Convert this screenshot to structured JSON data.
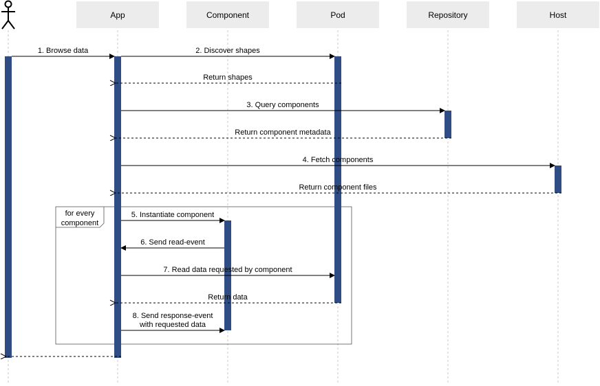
{
  "participants": [
    {
      "id": "user",
      "name": "",
      "kind": "actor"
    },
    {
      "id": "app",
      "name": "App",
      "kind": "box"
    },
    {
      "id": "component",
      "name": "Component",
      "kind": "box"
    },
    {
      "id": "pod",
      "name": "Pod",
      "kind": "box"
    },
    {
      "id": "repository",
      "name": "Repository",
      "kind": "box"
    },
    {
      "id": "host",
      "name": "Host",
      "kind": "box"
    }
  ],
  "messages": [
    {
      "id": "m1",
      "from": "user",
      "to": "app",
      "label": "1. Browse data",
      "style": "sync"
    },
    {
      "id": "m2",
      "from": "app",
      "to": "pod",
      "label": "2. Discover shapes",
      "style": "sync"
    },
    {
      "id": "m3",
      "from": "pod",
      "to": "app",
      "label": "Return shapes",
      "style": "return"
    },
    {
      "id": "m4",
      "from": "app",
      "to": "repository",
      "label": "3. Query components",
      "style": "sync"
    },
    {
      "id": "m5",
      "from": "repository",
      "to": "app",
      "label": "Return component metadata",
      "style": "return"
    },
    {
      "id": "m6",
      "from": "app",
      "to": "host",
      "label": "4. Fetch components",
      "style": "sync"
    },
    {
      "id": "m7",
      "from": "host",
      "to": "app",
      "label": "Return component files",
      "style": "return"
    },
    {
      "id": "m8",
      "from": "app",
      "to": "component",
      "label": "5. Instantiate component",
      "style": "sync"
    },
    {
      "id": "m9",
      "from": "component",
      "to": "app",
      "label": "6. Send read-event",
      "style": "sync"
    },
    {
      "id": "m10",
      "from": "app",
      "to": "pod",
      "label": "7. Read data requested by component",
      "style": "sync"
    },
    {
      "id": "m11",
      "from": "pod",
      "to": "app",
      "label": "Return data",
      "style": "return"
    },
    {
      "id": "m12",
      "from": "app",
      "to": "component",
      "label": "8. Send response-event\nwith requested data",
      "style": "sync"
    },
    {
      "id": "m13",
      "from": "app",
      "to": "user",
      "label": "",
      "style": "return"
    }
  ],
  "loop": {
    "label": "for every\ncomponent",
    "first_message": "m8",
    "last_message": "m12"
  },
  "colors": {
    "activation": "#2f4d84",
    "header": "#ececec",
    "lifeline": "#c8c8c8"
  }
}
